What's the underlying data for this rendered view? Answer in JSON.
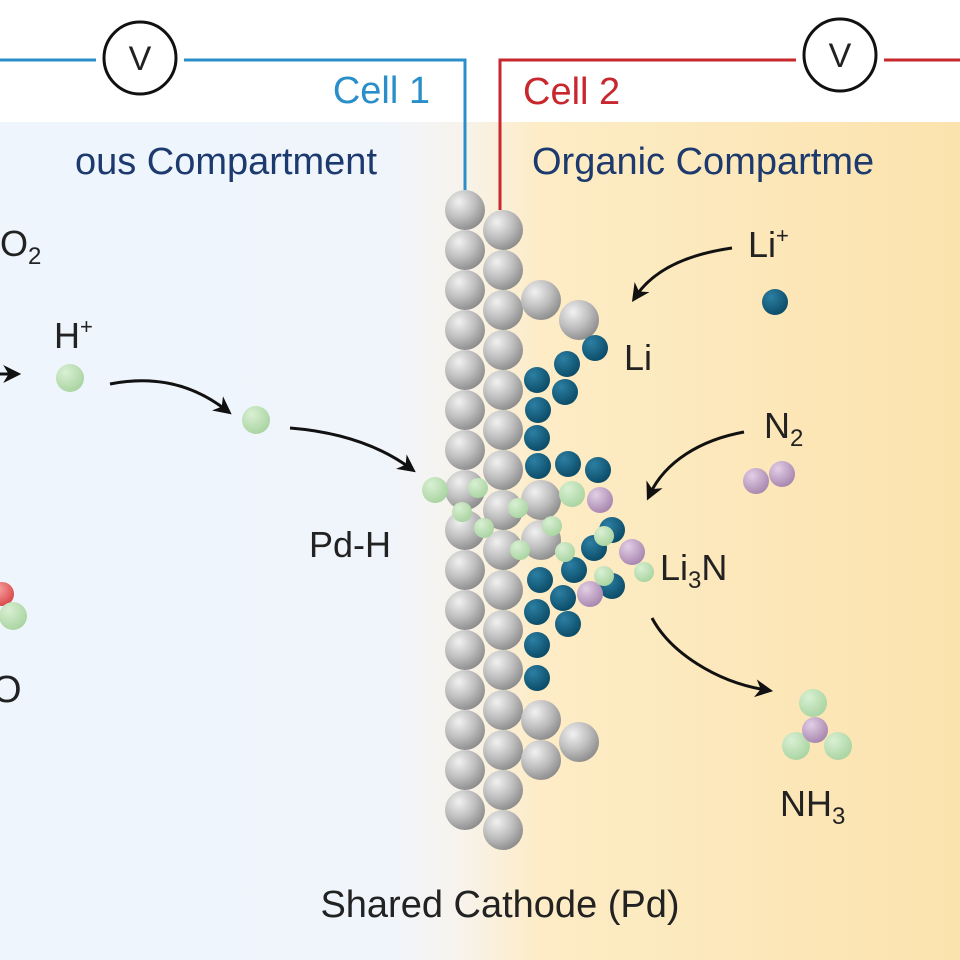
{
  "cells": {
    "cell1": {
      "label": "Cell 1",
      "color": "#2a8fc9"
    },
    "cell2": {
      "label": "Cell 2",
      "color": "#c8272d"
    },
    "voltmeter_symbol": "V"
  },
  "compartments": {
    "aqueous": {
      "label": "ous Compartment",
      "color": "#1d3a6e"
    },
    "organic": {
      "label": "Organic Compartme",
      "color": "#1d3a6e"
    }
  },
  "species": {
    "o2": {
      "base": "O",
      "subscript": "2"
    },
    "proton": {
      "base": "H",
      "superscript": "+"
    },
    "o_fragment": {
      "base": "O"
    },
    "pd_h": {
      "text": "Pd-H"
    },
    "li_ion": {
      "base": "Li",
      "superscript": "+"
    },
    "li": {
      "text": "Li"
    },
    "n2": {
      "base": "N",
      "subscript": "2"
    },
    "li3n": {
      "base": "Li",
      "subscript": "3",
      "tail": "N"
    },
    "nh3": {
      "base": "NH",
      "subscript": "3"
    }
  },
  "cathode": {
    "label": "Shared Cathode (Pd)"
  },
  "colors": {
    "pd_atom": "#b9b9b9",
    "li_atom": "#0d5c7d",
    "h_atom": "#b7dbb0",
    "n_atom": "#c1a3c8",
    "o_atom": "#e45a5a",
    "aqueous_bg": "#eef5fd",
    "organic_bg": "#fbe6b6"
  }
}
